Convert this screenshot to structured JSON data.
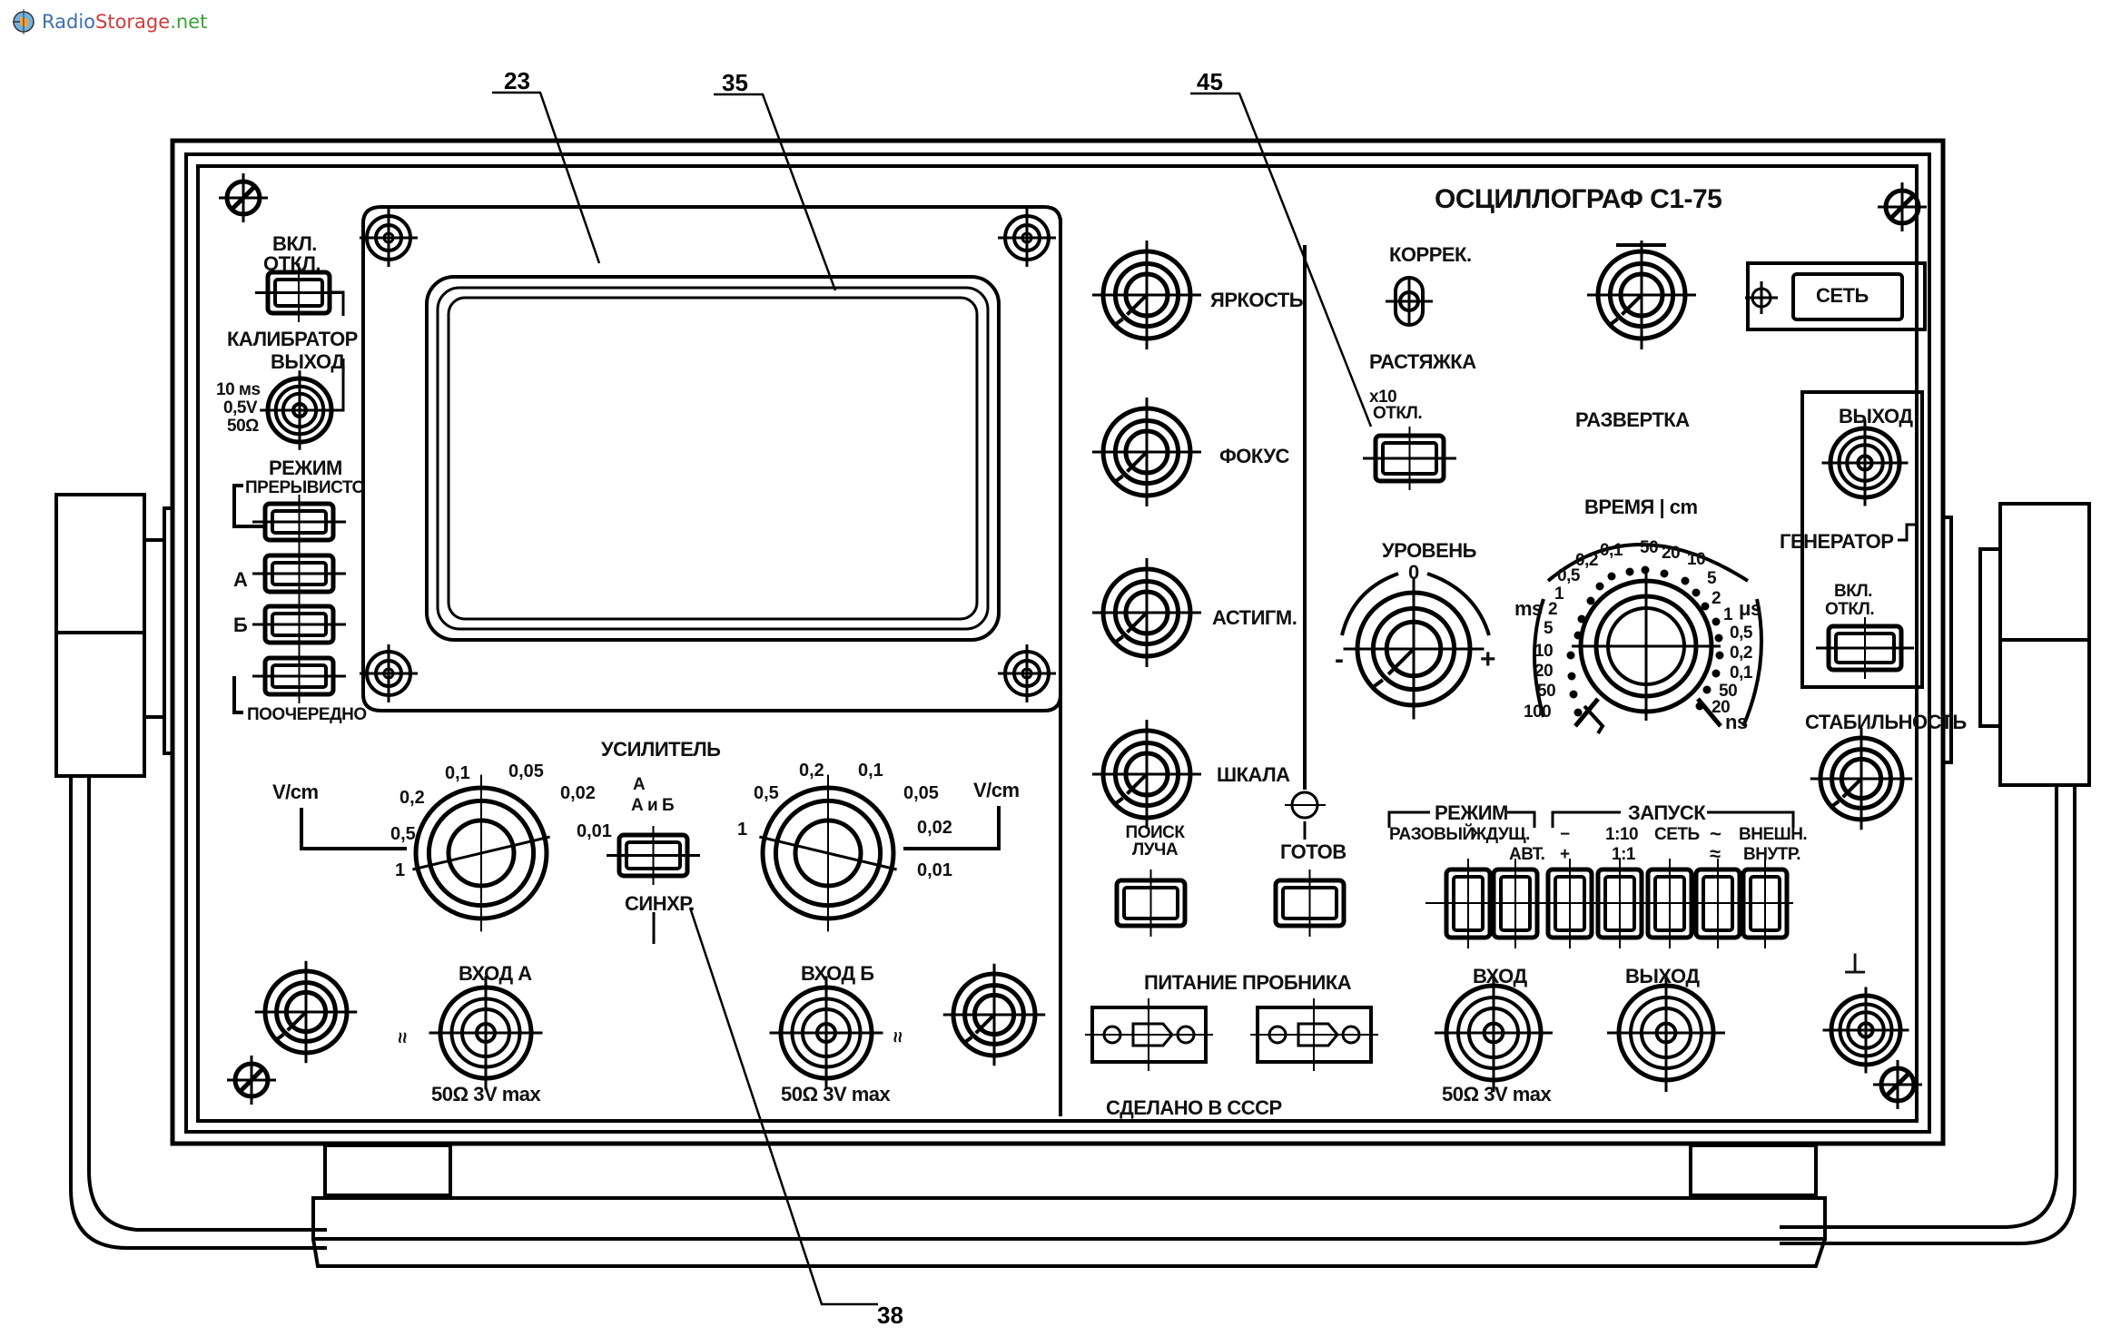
{
  "watermark": {
    "part1": "Radio",
    "part2": "Storage",
    "part3": ".net"
  },
  "title": "ОСЦИЛЛОГРАФ С1-75",
  "callouts": [
    "23",
    "35",
    "45",
    "38"
  ],
  "left_column": {
    "power_cal_switch": {
      "on": "ВКЛ.",
      "off": "ОТКЛ."
    },
    "calibrator_label": "КАЛИБРАТОР",
    "calibrator_output": "ВЫХОД",
    "calibrator_specs": [
      "10 мs",
      "0,5V",
      "50Ω"
    ],
    "mode_label": "РЕЖИМ",
    "mode_buttons": [
      "ПРЕРЫВИСТО",
      "А",
      "Б",
      "ПООЧЕРЕДНО"
    ]
  },
  "amplifier": {
    "title": "УСИЛИТЕЛЬ",
    "sync_top": "А",
    "sync_bottom": "А и Б",
    "sync_label": "СИНХР.",
    "unit": "V/cm",
    "channel_a_scale": [
      "1",
      "0,5",
      "0,2",
      "0,1",
      "0,05",
      "0,02",
      "0,01"
    ],
    "channel_b_scale": [
      "1",
      "0,5",
      "0,2",
      "0,1",
      "0,05",
      "0,02",
      "0,01"
    ],
    "input_a": "ВХОД А",
    "input_b": "ВХОД Б",
    "input_spec": "50Ω 3V max",
    "ac_dc": "≈"
  },
  "crt_controls": [
    "ЯРКОСТЬ",
    "ФОКУС",
    "АСТИГМ.",
    "ШКАЛА"
  ],
  "beam_search": "ПОИСК ЛУЧА",
  "ready": "ГОТОВ",
  "probe_power": "ПИТАНИЕ ПРОБНИКА",
  "made_in": "СДЕЛАНО В СССР",
  "sweep": {
    "correction": "КОРРЕК.",
    "stretch": "РАСТЯЖКА",
    "stretch_on": "x10",
    "stretch_off": "ОТКЛ.",
    "title": "РАЗВЕРТКА",
    "level": "УРОВЕНЬ",
    "level_zero": "0",
    "level_minus": "-",
    "level_plus": "+",
    "time_cm": "ВРЕМЯ | cm",
    "ms_unit": "ms",
    "us_unit": "μs",
    "ns_unit": "ns",
    "ms_scale": [
      "100",
      "50",
      "20",
      "10",
      "5",
      "2",
      "1",
      "0,5",
      "0,2",
      "0,1"
    ],
    "us_scale": [
      "50",
      "20",
      "10",
      "5",
      "2",
      "1",
      "0,5",
      "0,2",
      "0,1"
    ],
    "ns_scale": [
      "50",
      "20"
    ],
    "power": "СЕТЬ"
  },
  "generator": {
    "output": "ВЫХОД",
    "label": "ГЕНЕРАТОР",
    "on": "ВКЛ.",
    "off": "ОТКЛ."
  },
  "stability": "СТАБИЛЬНОСТЬ",
  "trigger": {
    "mode_group": "РЕЖИМ",
    "mode_labels": [
      "РАЗОВЫЙ",
      "ЖДУЩ.",
      "АВТ."
    ],
    "launch_group": "ЗАПУСК",
    "polarity": [
      "−",
      "+"
    ],
    "divider": [
      "1:10",
      "1:1"
    ],
    "line": "СЕТЬ",
    "coupling": [
      "~",
      "≈"
    ],
    "source": [
      "ВНЕШН.",
      "ВНУТР."
    ],
    "buttons": 7
  },
  "ext_input": "ВХОД",
  "ext_input_spec": "50Ω 3V max",
  "gate_output": "ВЫХОД",
  "ground": "⊥"
}
